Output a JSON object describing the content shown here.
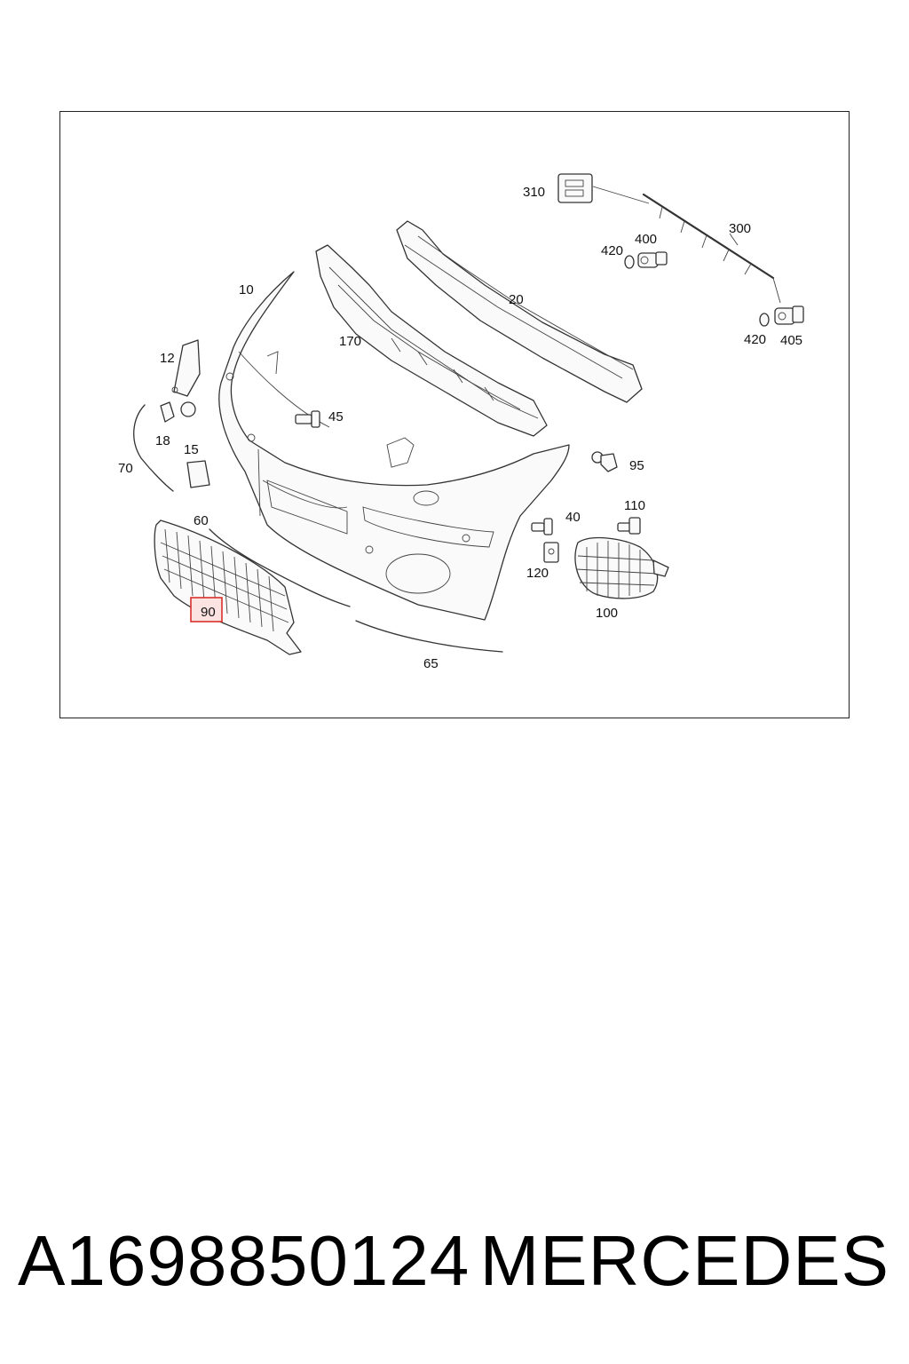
{
  "diagram": {
    "callouts": {
      "c310": "310",
      "c300": "300",
      "c400": "400",
      "c420a": "420",
      "c420b": "420",
      "c405": "405",
      "c20": "20",
      "c10": "10",
      "c170": "170",
      "c12": "12",
      "c18": "18",
      "c45": "45",
      "c15": "15",
      "c70": "70",
      "c95": "95",
      "c60": "60",
      "c40": "40",
      "c110": "110",
      "c120": "120",
      "c100": "100",
      "c90": "90",
      "c65": "65"
    },
    "highlight_color": "#d9302c",
    "highlight_fill": "#fbe3e2"
  },
  "footer": {
    "part_number": "A1698850124",
    "brand": "MERCEDES"
  }
}
